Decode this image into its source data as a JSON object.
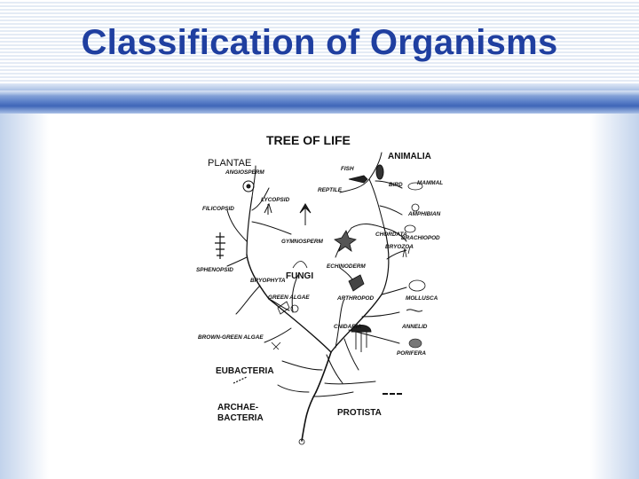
{
  "slide": {
    "title": "Classification of Organisms"
  },
  "figure": {
    "heading": "TREE OF LIFE",
    "kingdoms": {
      "plantae": "PLANTAE",
      "animalia": "ANIMALIA",
      "fungi": "FUNGI",
      "eubacteria": "EUBACTERIA",
      "archaebacteria_1": "ARCHAE-",
      "archaebacteria_2": "BACTERIA",
      "protista": "PROTISTA"
    },
    "groups": {
      "angiosperm": "ANGIOSPERM",
      "lycopsid": "LYCOPSID",
      "filicopsid": "FILICOPSID",
      "gymnosperm": "GYMNOSPERM",
      "sphenopsid": "SPHENOPSID",
      "bryophyta": "BRYOPHYTA",
      "green_algae": "GREEN ALGAE",
      "brown_green_algae": "BROWN-GREEN ALGAE",
      "fish": "FISH",
      "reptile": "REPTILE",
      "bird": "BIRD",
      "mammal": "MAMMAL",
      "amphibian": "AMPHIBIAN",
      "chordata": "CHORDATA",
      "brachiopod": "BRACHIOPOD",
      "bryozoa": "BRYOZOA",
      "echinoderm": "ECHINODERM",
      "arthropod": "ARTHROPOD",
      "mollusca": "MOLLUSCA",
      "cnidaria": "CNIDARIA",
      "annelid": "ANNELID",
      "porifera": "PORIFERA"
    }
  }
}
